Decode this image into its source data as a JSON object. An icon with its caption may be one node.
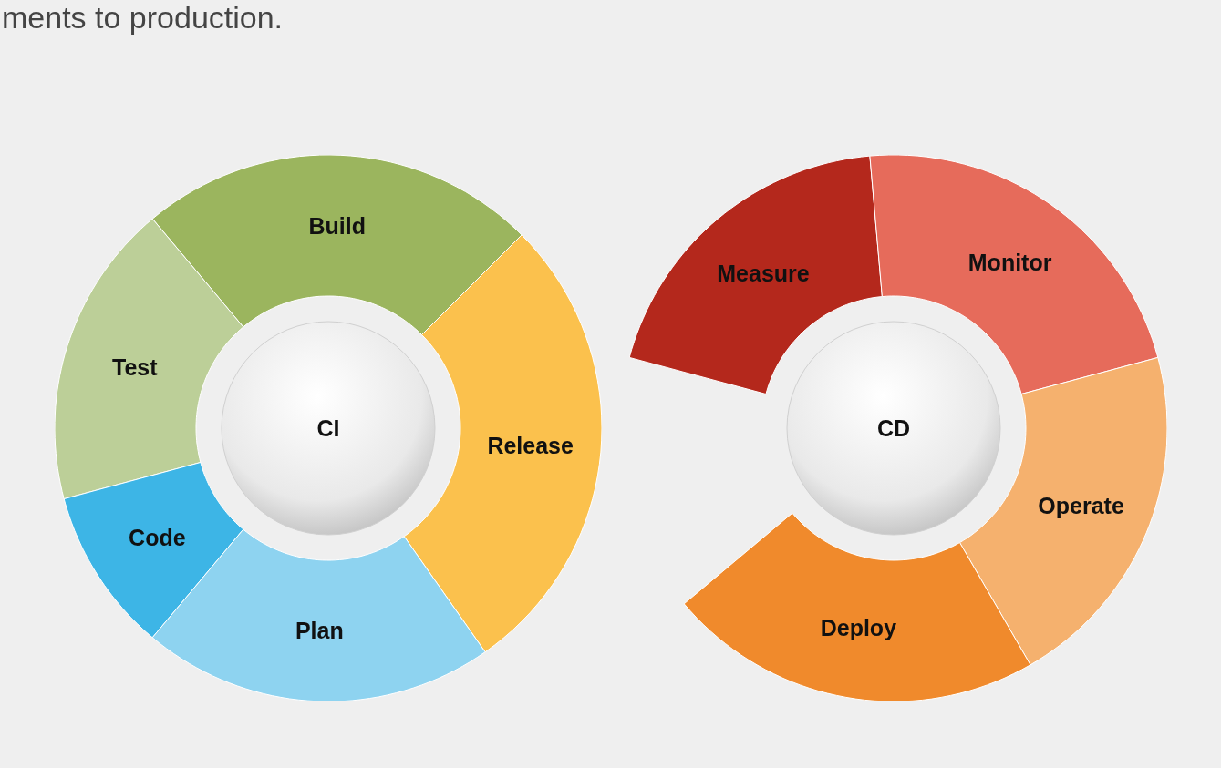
{
  "diagram": {
    "nodes": [
      {
        "text": [
          "Build"
        ]
      },
      {
        "text": [
          "Measure"
        ]
      },
      {
        "text": [
          "Monitor"
        ]
      },
      {
        "text": [
          "Test"
        ]
      },
      {
        "text": [
          "CI"
        ]
      },
      {
        "text": [
          "Release"
        ]
      },
      {
        "text": [
          "CD"
        ]
      },
      {
        "text": [
          "Code"
        ]
      },
      {
        "text": [
          "Operate"
        ]
      },
      {
        "text": [
          "Plan"
        ]
      },
      {
        "text": [
          "Deploy"
        ]
      }
    ],
    "labels": [
      "ments to production."
    ]
  }
}
